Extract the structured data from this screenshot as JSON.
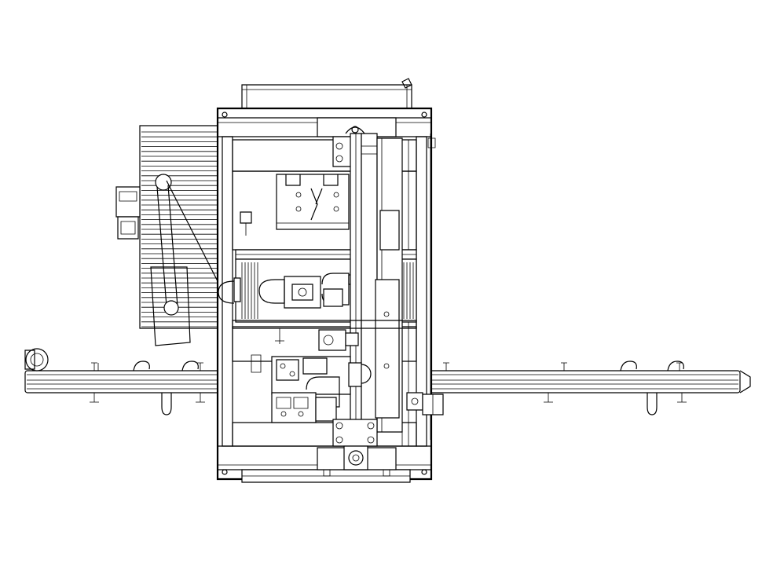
{
  "drawing": {
    "view": "top view",
    "line_color": "#000000",
    "background": "#ffffff",
    "components": [
      "conveyor",
      "main-frame",
      "tape-roll-holder",
      "drive-motor",
      "tape-head-upper",
      "tape-head-lower",
      "center-column",
      "top-plate",
      "gearbox",
      "side-motor"
    ]
  }
}
